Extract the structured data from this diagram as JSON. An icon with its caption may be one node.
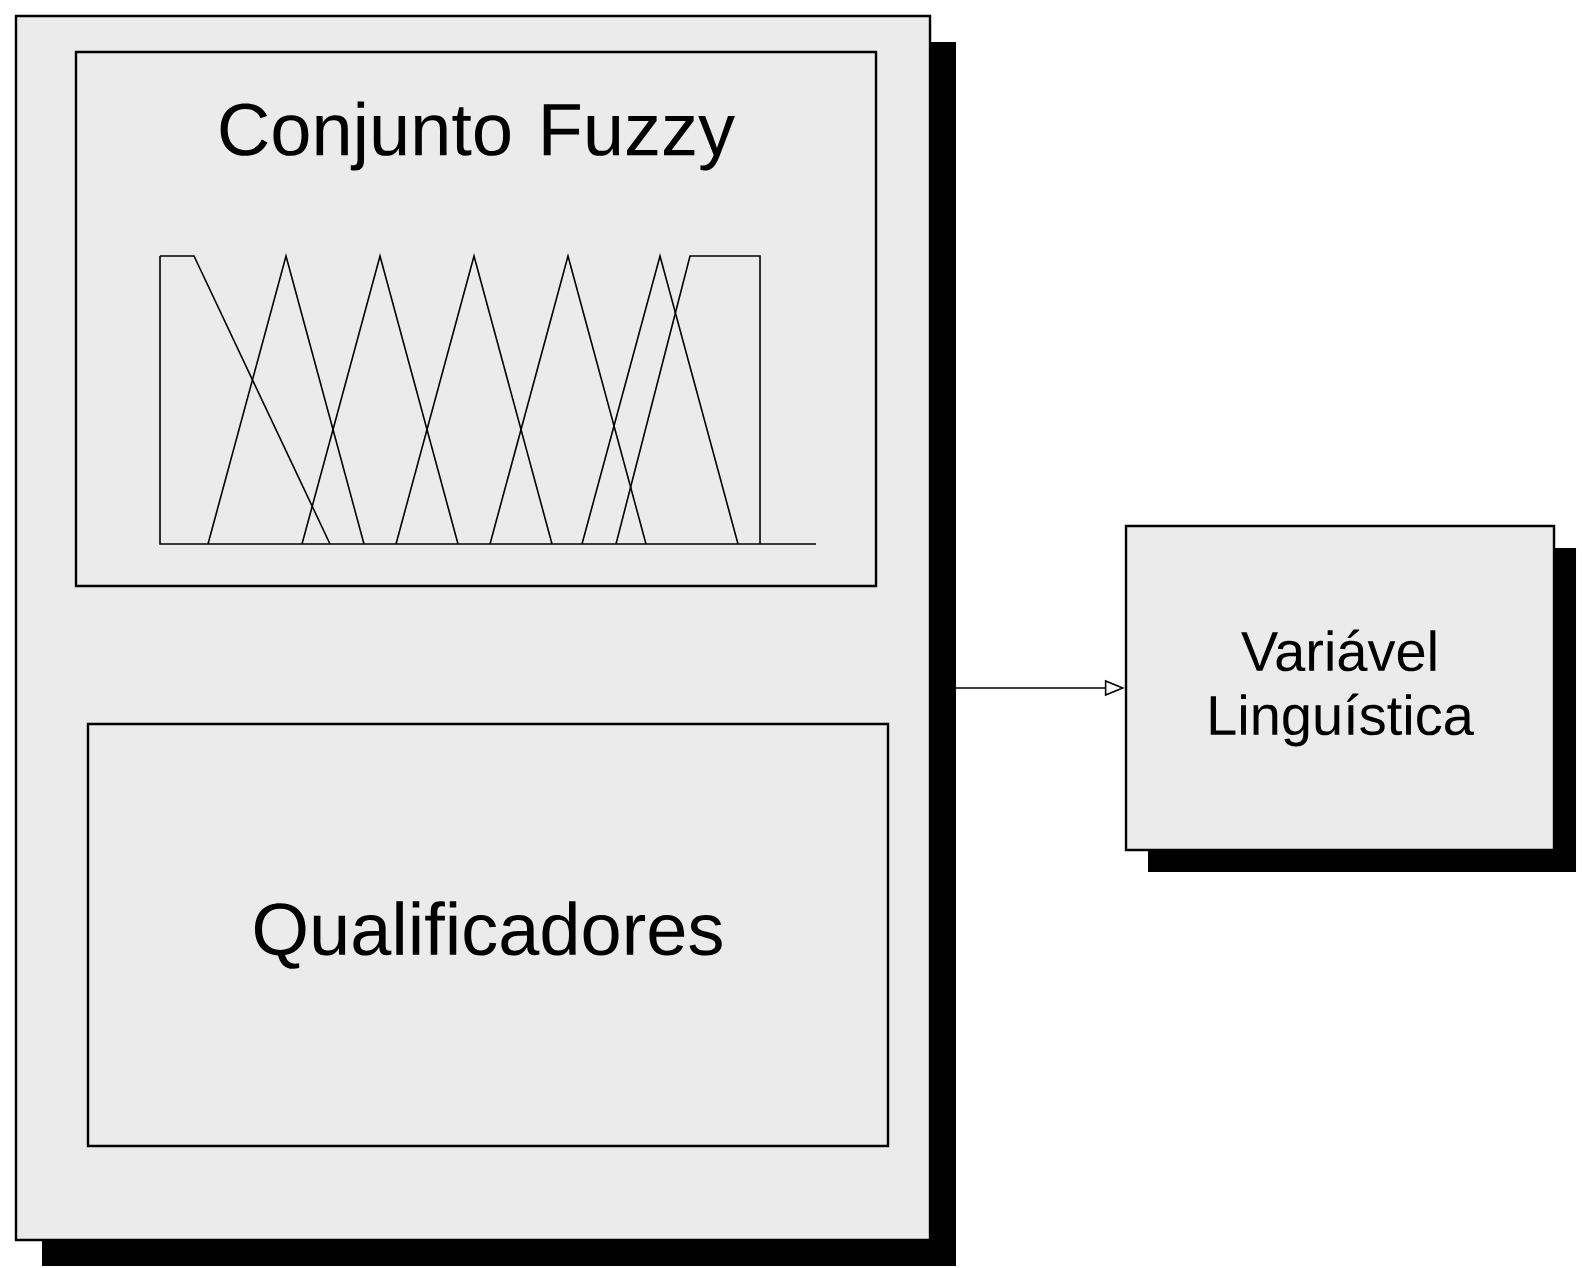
{
  "diagram": {
    "nodes": [
      {
        "text": [],
        "shape": "box"
      },
      {
        "text": [
          "Conjunto Fuzzy"
        ],
        "in": 0
      },
      {
        "text": [
          "Qualificadores"
        ],
        "in": 0
      },
      {
        "text": [
          "Variável Linguística"
        ]
      }
    ],
    "edges": [
      {
        "from": 0,
        "to": 3,
        "arrow": "to"
      }
    ]
  }
}
